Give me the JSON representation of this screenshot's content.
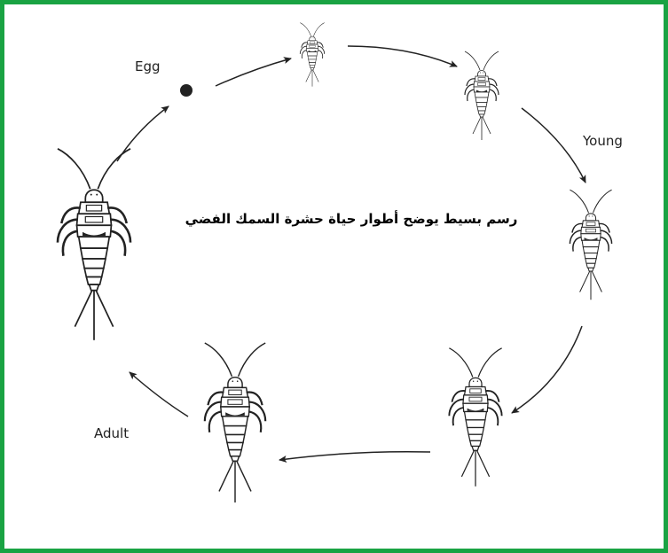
{
  "labels": {
    "egg": "Egg",
    "young": "Young",
    "adult": "Adult"
  },
  "caption": "رسم بسيط يوضح أطوار حياة حشرة السمك الفضي",
  "colors": {
    "frame_border": "#1aa343",
    "ink": "#222222",
    "background": "#ffffff"
  }
}
